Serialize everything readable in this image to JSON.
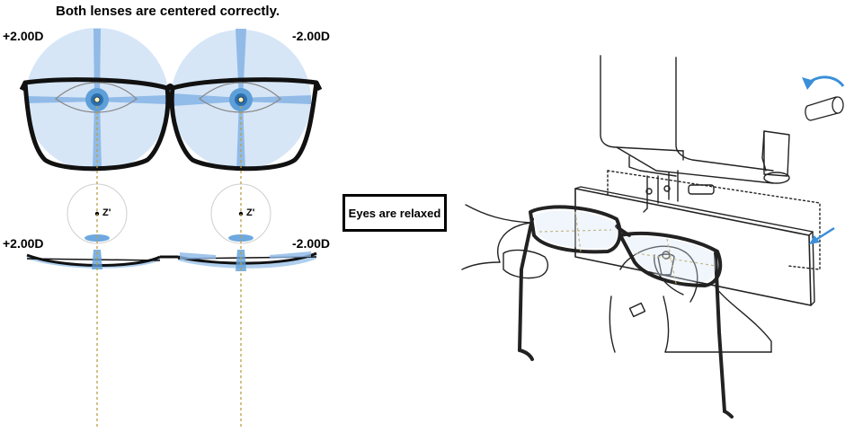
{
  "diagram": {
    "title": "Both lenses are centered correctly.",
    "left_lens": {
      "power_top": "+2.00D",
      "power_profile": "+2.00D",
      "eye_center_label": "Z'"
    },
    "right_lens": {
      "power_top": "-2.00D",
      "power_profile": "-2.00D",
      "eye_center_label": "Z'"
    },
    "status_box": "Eyes are relaxed"
  },
  "colors": {
    "lens_blue": "#d6e6f7",
    "ray_blue": "#3c8fdc",
    "center_line": "#c8b460",
    "arrow_blue": "#3a8fd9",
    "frame": "#111111"
  }
}
